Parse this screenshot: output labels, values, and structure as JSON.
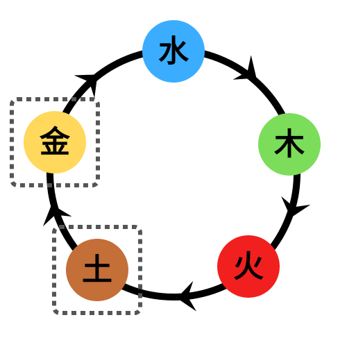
{
  "cycle": {
    "nodes": [
      {
        "id": "water",
        "label": "水",
        "color": "#3AADFF"
      },
      {
        "id": "wood",
        "label": "木",
        "color": "#7BDD5A"
      },
      {
        "id": "fire",
        "label": "火",
        "color": "#F21F1F"
      },
      {
        "id": "earth",
        "label": "土",
        "color": "#C46E38"
      },
      {
        "id": "metal",
        "label": "金",
        "color": "#FFD85C"
      }
    ],
    "highlighted": [
      "metal",
      "earth"
    ],
    "ring_color": "#000000",
    "highlight_border_color": "#555555"
  }
}
